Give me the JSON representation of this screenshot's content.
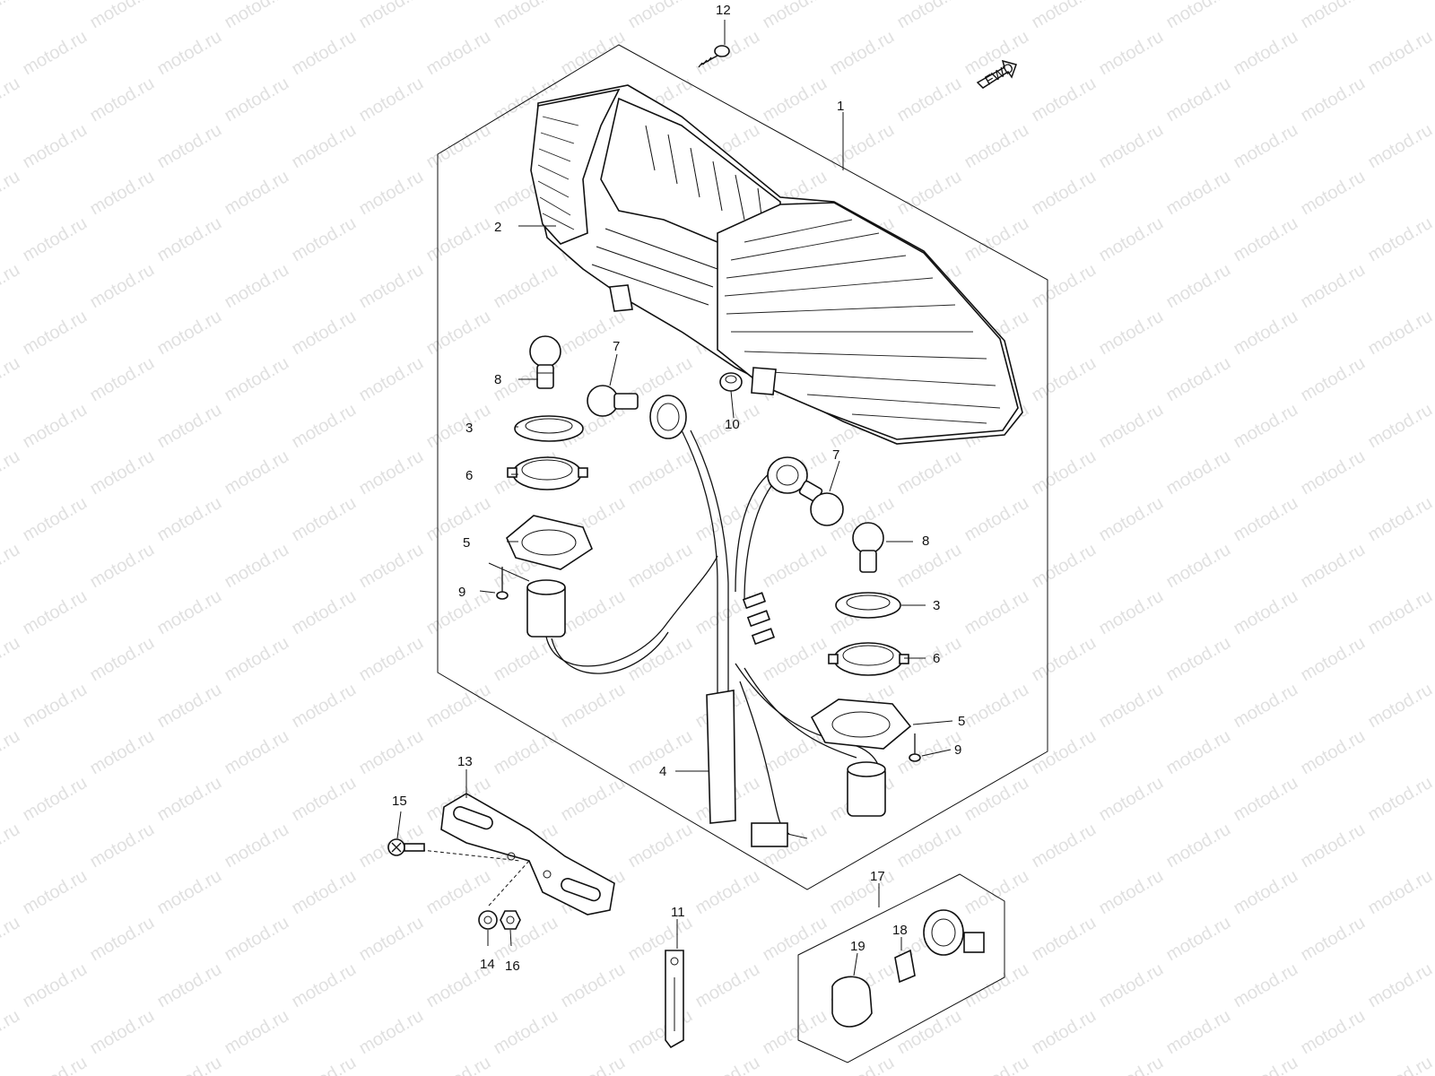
{
  "watermark": "motod.ru",
  "fwd_label": "FWD",
  "callouts": {
    "c1": "1",
    "c2": "2",
    "c3a": "3",
    "c3b": "3",
    "c4": "4",
    "c5a": "5",
    "c5b": "5",
    "c6a": "6",
    "c6b": "6",
    "c7a": "7",
    "c7b": "7",
    "c8a": "8",
    "c8b": "8",
    "c9a": "9",
    "c9b": "9",
    "c10": "10",
    "c11": "11",
    "c12": "12",
    "c13": "13",
    "c14": "14",
    "c15": "15",
    "c16": "16",
    "c17": "17",
    "c18": "18",
    "c19": "19"
  }
}
